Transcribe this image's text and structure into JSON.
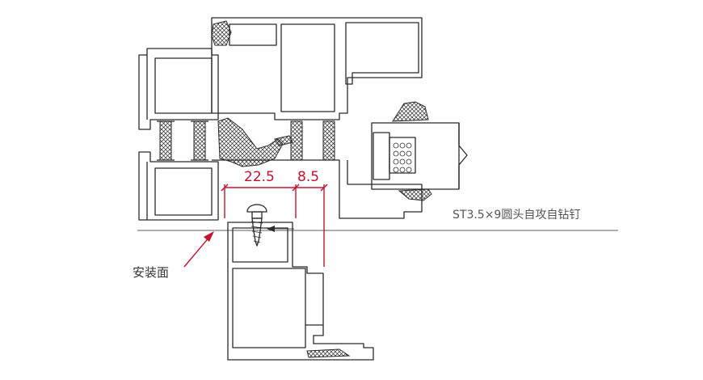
{
  "labels": {
    "dim_left": "22.5",
    "dim_right": "8.5",
    "screw_spec": "ST3.5×9圆头自攻自钻钉",
    "mount_surface": "安装面"
  },
  "colors": {
    "line": "#2a2a2a",
    "dimension": "#c8102e",
    "background": "#ffffff"
  }
}
